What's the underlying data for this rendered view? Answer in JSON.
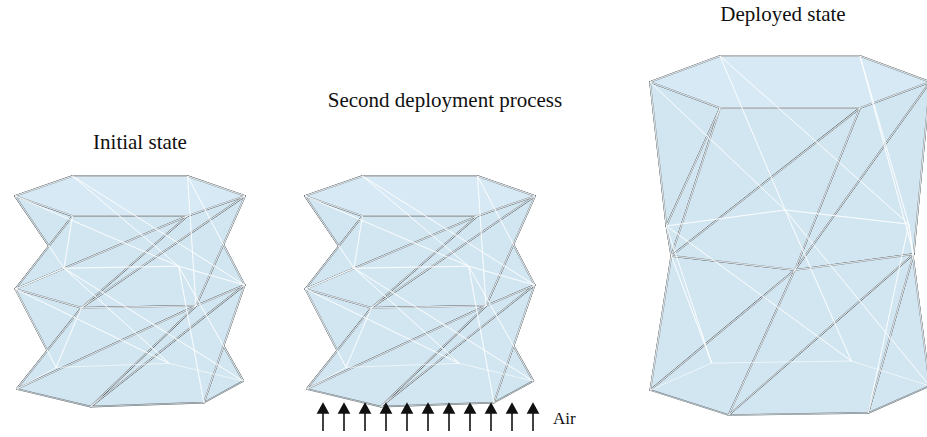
{
  "diagram": {
    "labels": [
      "Deployed state",
      "Initial state",
      "Second deployment process",
      "Air"
    ]
  }
}
